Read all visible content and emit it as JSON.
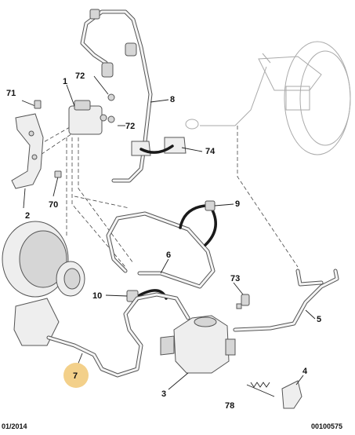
{
  "labels": {
    "l1": "1",
    "l2": "2",
    "l3": "3",
    "l4": "4",
    "l5": "5",
    "l6": "6",
    "l7": "7",
    "l8": "8",
    "l9": "9",
    "l10": "10",
    "l70": "70",
    "l71": "71",
    "l72a": "72",
    "l72b": "72",
    "l73": "73",
    "l74": "74",
    "l78": "78"
  },
  "footer": {
    "date": "01/2014",
    "ref": "00100575"
  },
  "colors": {
    "highlight": "#f3d08a"
  }
}
